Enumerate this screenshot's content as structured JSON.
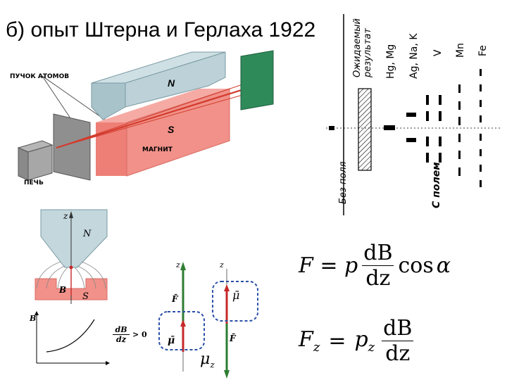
{
  "title": "б) опыт Штерна и Герлаха 1922",
  "apparatus": {
    "beam_label": "ПУЧОК АТОМОВ",
    "magnet_label": "МАГНИТ",
    "oven_label": "ПЕЧЬ",
    "pole_north": "N",
    "pole_south": "S"
  },
  "results_chart": {
    "expected_header": "Ожидаемый результат",
    "column_headers": [
      "Hg, Mg",
      "Ag, Na, K",
      "V",
      "Mn",
      "Fe"
    ],
    "row_no_field": "Без поля",
    "row_with_field": "С полем"
  },
  "field_diagram": {
    "axis_z": "z",
    "pole_north": "N",
    "pole_south": "S",
    "label_b": "B",
    "graph_ylabel": "B",
    "gradient_num": "dB",
    "gradient_den": "dz",
    "gradient_rel": "> 0"
  },
  "vectors": {
    "axis_z_left": "z",
    "axis_z_right": "z",
    "force_left": "F̄",
    "mu_left": "μ̄",
    "mu_right": "μ̄",
    "force_right": "F̄",
    "mu_z": "μ",
    "mu_z_sub": "z"
  },
  "formulas": {
    "f1_lhs": "F = p",
    "f1_num": "dB",
    "f1_den": "dz",
    "f1_cos": "cos",
    "f1_alpha": "α",
    "f2_lhs": "F",
    "f2_lhs_sub": "z",
    "f2_eq": "=",
    "f2_p": "p",
    "f2_p_sub": "z",
    "f2_num": "dB",
    "f2_den": "dz"
  },
  "colors": {
    "magnet_red": "#f0837c",
    "magnet_blue": "#b8cfd6",
    "screen_green": "#2f8a5a",
    "vector_green": "#2e7d32",
    "vector_red": "#c62828",
    "dash_blue": "#2a4fa8"
  }
}
